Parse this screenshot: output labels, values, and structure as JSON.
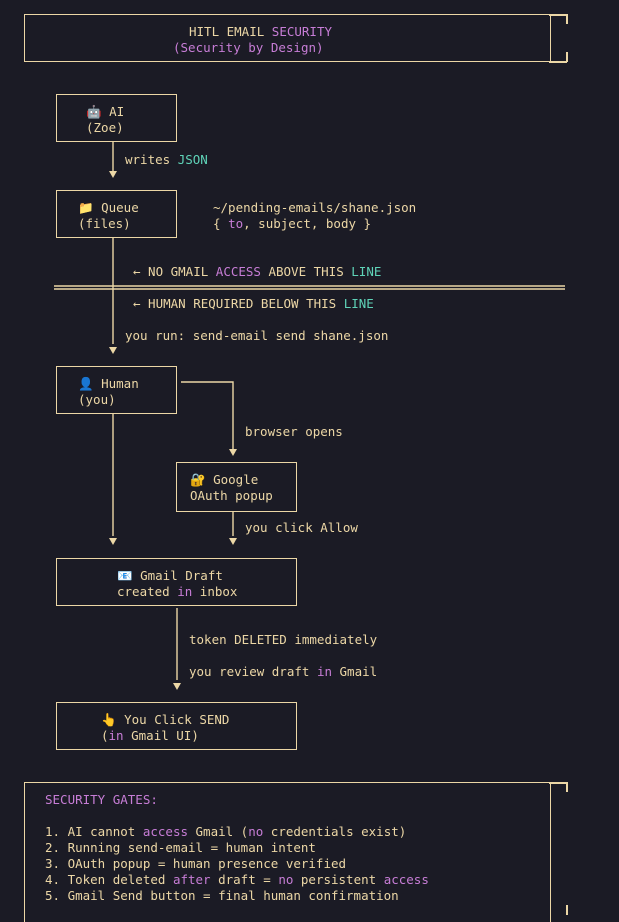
{
  "header": {
    "line1_a": "HITL EMAIL ",
    "line1_b": "SECURITY",
    "line2_a": "(Security ",
    "line2_b": "by",
    "line2_c": " Design)"
  },
  "nodes": {
    "ai": {
      "icon": "🤖",
      "line1": " AI",
      "line2": "(Zoe)"
    },
    "queue": {
      "icon": "📁",
      "line1": " Queue",
      "line2": "(files)"
    },
    "human": {
      "icon": "👤",
      "line1": " Human",
      "line2": "(you)"
    },
    "google": {
      "icon": "🔐",
      "line1": " Google",
      "line2": "OAuth popup"
    },
    "draft": {
      "icon": "📧",
      "line1": " Gmail Draft",
      "line2_a": "created ",
      "line2_b": "in",
      "line2_c": " inbox"
    },
    "send": {
      "icon": "👆",
      "line1": " You Click SEND",
      "line2_a": "(",
      "line2_b": "in",
      "line2_c": " Gmail UI)"
    }
  },
  "labels": {
    "writes_a": "writes ",
    "writes_b": "JSON",
    "queue_path": "~/pending-emails/shane.json",
    "queue_fields_a": "{ ",
    "queue_fields_b": "to",
    "queue_fields_c": ", subject, body }",
    "above_a": "← NO GMAIL ",
    "above_b": "ACCESS",
    "above_c": " ABOVE THIS ",
    "above_d": "LINE",
    "below_a": "← HUMAN REQUIRED BELOW THIS ",
    "below_b": "LINE",
    "you_run": "you run: send-email send shane.json",
    "browser_opens": "browser opens",
    "you_click_allow": "you click Allow",
    "token_deleted": "token DELETED immediately",
    "review_a": "you review draft ",
    "review_b": "in",
    "review_c": " Gmail"
  },
  "gates": {
    "title": "SECURITY GATES:",
    "g1_a": "1. AI cannot ",
    "g1_b": "access",
    "g1_c": " Gmail (",
    "g1_d": "no",
    "g1_e": " credentials exist)",
    "g2": "2. Running send-email = human intent",
    "g3": "3. OAuth popup = human presence verified",
    "g4_a": "4. Token deleted ",
    "g4_b": "after",
    "g4_c": " draft = ",
    "g4_d": "no",
    "g4_e": " persistent ",
    "g4_f": "access",
    "g5": "5. Gmail Send button = final human confirmation"
  },
  "colors": {
    "background": "#1b1b25",
    "text": "#ecd7a6",
    "keyword": "#c77dd6",
    "highlight": "#5fd3b8"
  }
}
